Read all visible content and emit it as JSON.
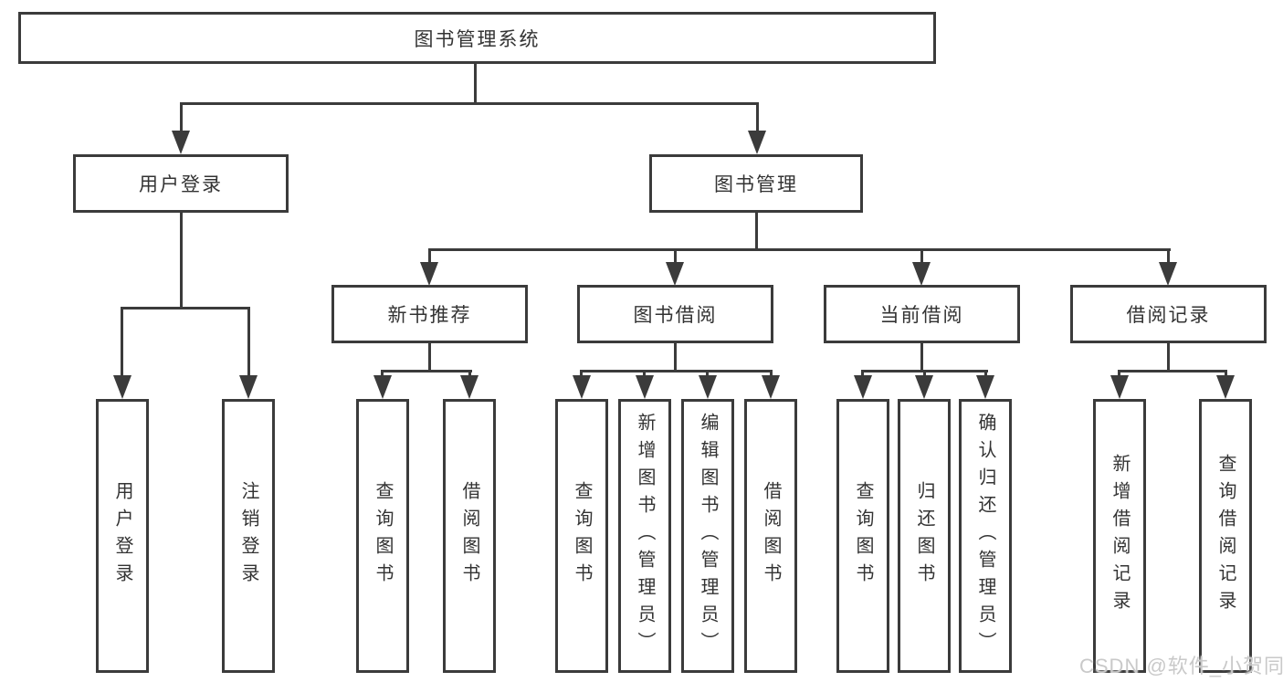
{
  "tree": {
    "label": "图书管理系统",
    "children": [
      {
        "label": "用户登录",
        "children": [
          {
            "label": "用户登录"
          },
          {
            "label": "注销登录"
          }
        ]
      },
      {
        "label": "图书管理",
        "children": [
          {
            "label": "新书推荐",
            "children": [
              {
                "label": "查询图书"
              },
              {
                "label": "借阅图书"
              }
            ]
          },
          {
            "label": "图书借阅",
            "children": [
              {
                "label": "查询图书"
              },
              {
                "label": "新增图书（管理员）"
              },
              {
                "label": "编辑图书（管理员）"
              },
              {
                "label": "借阅图书"
              }
            ]
          },
          {
            "label": "当前借阅",
            "children": [
              {
                "label": "查询图书"
              },
              {
                "label": "归还图书"
              },
              {
                "label": "确认归还（管理员）"
              }
            ]
          },
          {
            "label": "借阅记录",
            "children": [
              {
                "label": "新增借阅记录"
              },
              {
                "label": "查询借阅记录"
              }
            ]
          }
        ]
      }
    ]
  },
  "watermark": {
    "text": "CSDN @软件_小贺同学"
  },
  "colors": {
    "line": "#3b3b3b",
    "text": "#333333",
    "box_fill": "#ffffff",
    "background": "#ffffff",
    "watermark": "#c9c9c9"
  }
}
